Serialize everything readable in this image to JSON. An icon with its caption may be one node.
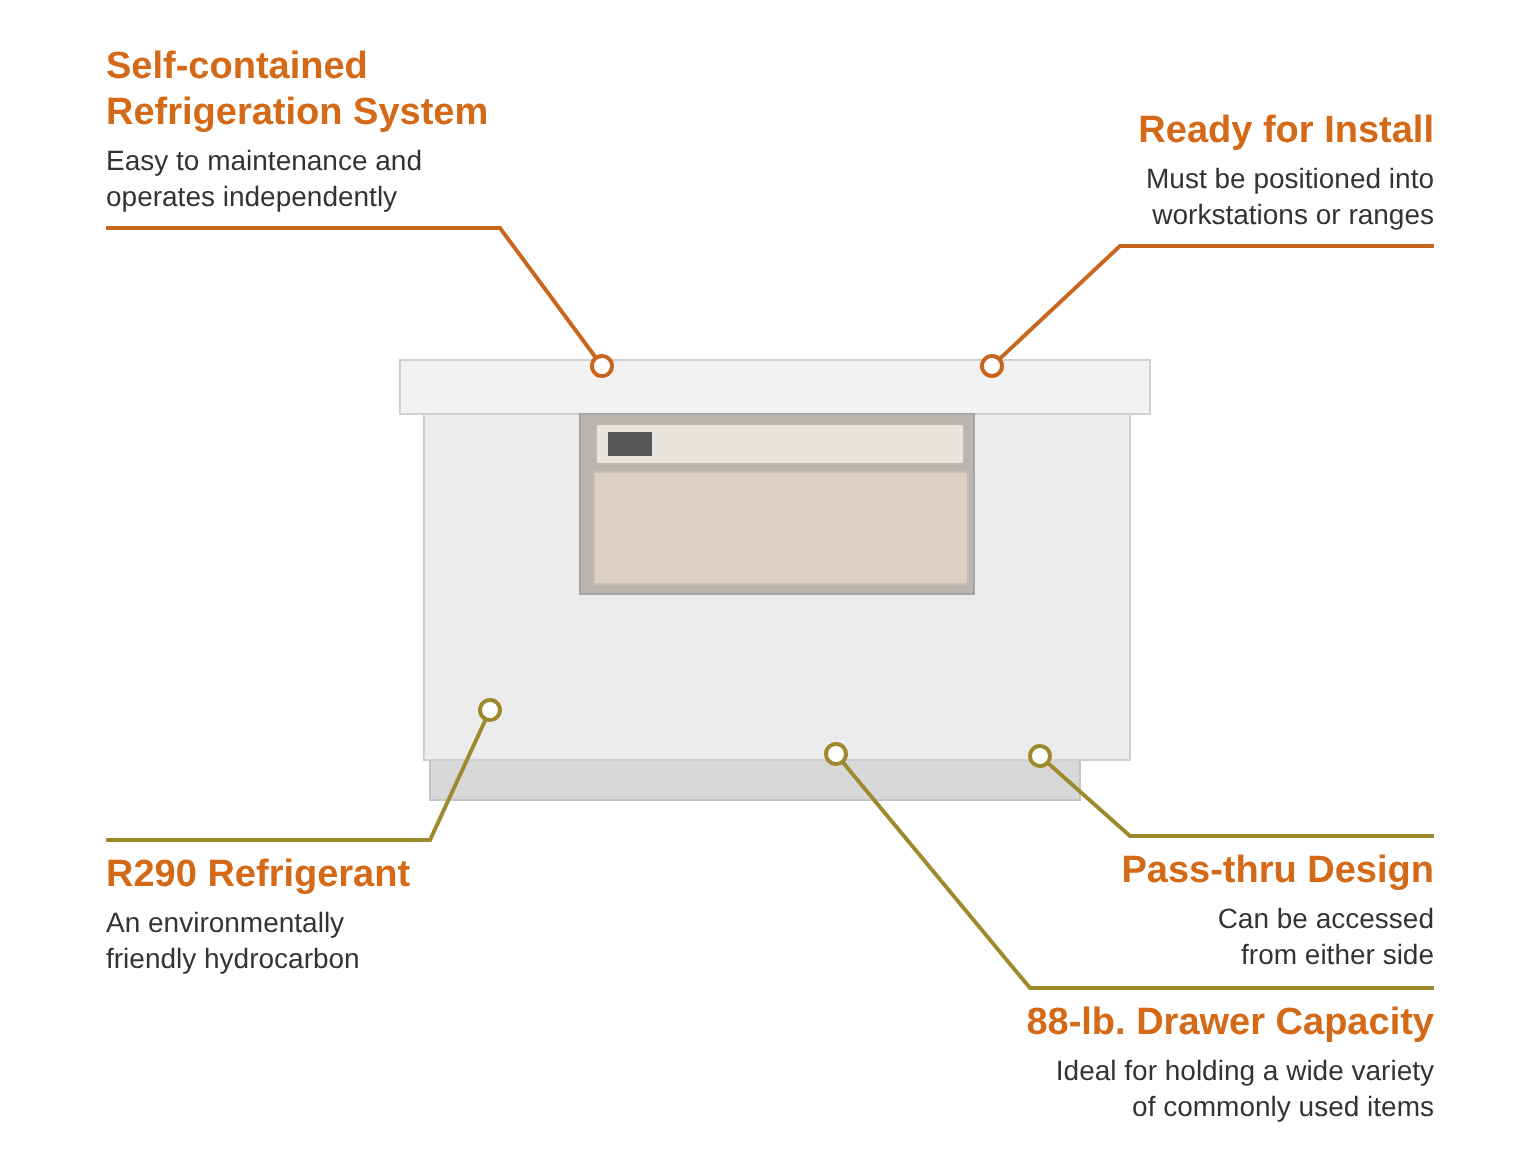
{
  "diagram": {
    "nodes": [
      {
        "text": [
          "Self-contained Refrigeration System",
          "Easy to maintenance and operates independently"
        ]
      },
      {
        "text": [
          "Ready for Install",
          "Must be positioned into workstations or ranges"
        ]
      },
      {
        "text": [
          "R290 Refrigerant",
          "An environmentally friendly hydrocarbon"
        ]
      },
      {
        "text": [
          "Pass-thru Design",
          "Can be accessed from either side"
        ]
      },
      {
        "text": [
          "88-lb. Drawer Capacity",
          "Ideal for holding a wide variety of commonly used items"
        ]
      }
    ],
    "edges": [
      {
        "from": 0,
        "to": null,
        "arrow": "other",
        "color": "#c8661e"
      },
      {
        "from": 1,
        "to": null,
        "arrow": "other",
        "color": "#c8661e"
      },
      {
        "from": 2,
        "to": null,
        "arrow": "other"
      },
      {
        "from": 3,
        "to": null,
        "arrow": "other"
      },
      {
        "from": 4,
        "to": null,
        "arrow": "other"
      }
    ]
  }
}
